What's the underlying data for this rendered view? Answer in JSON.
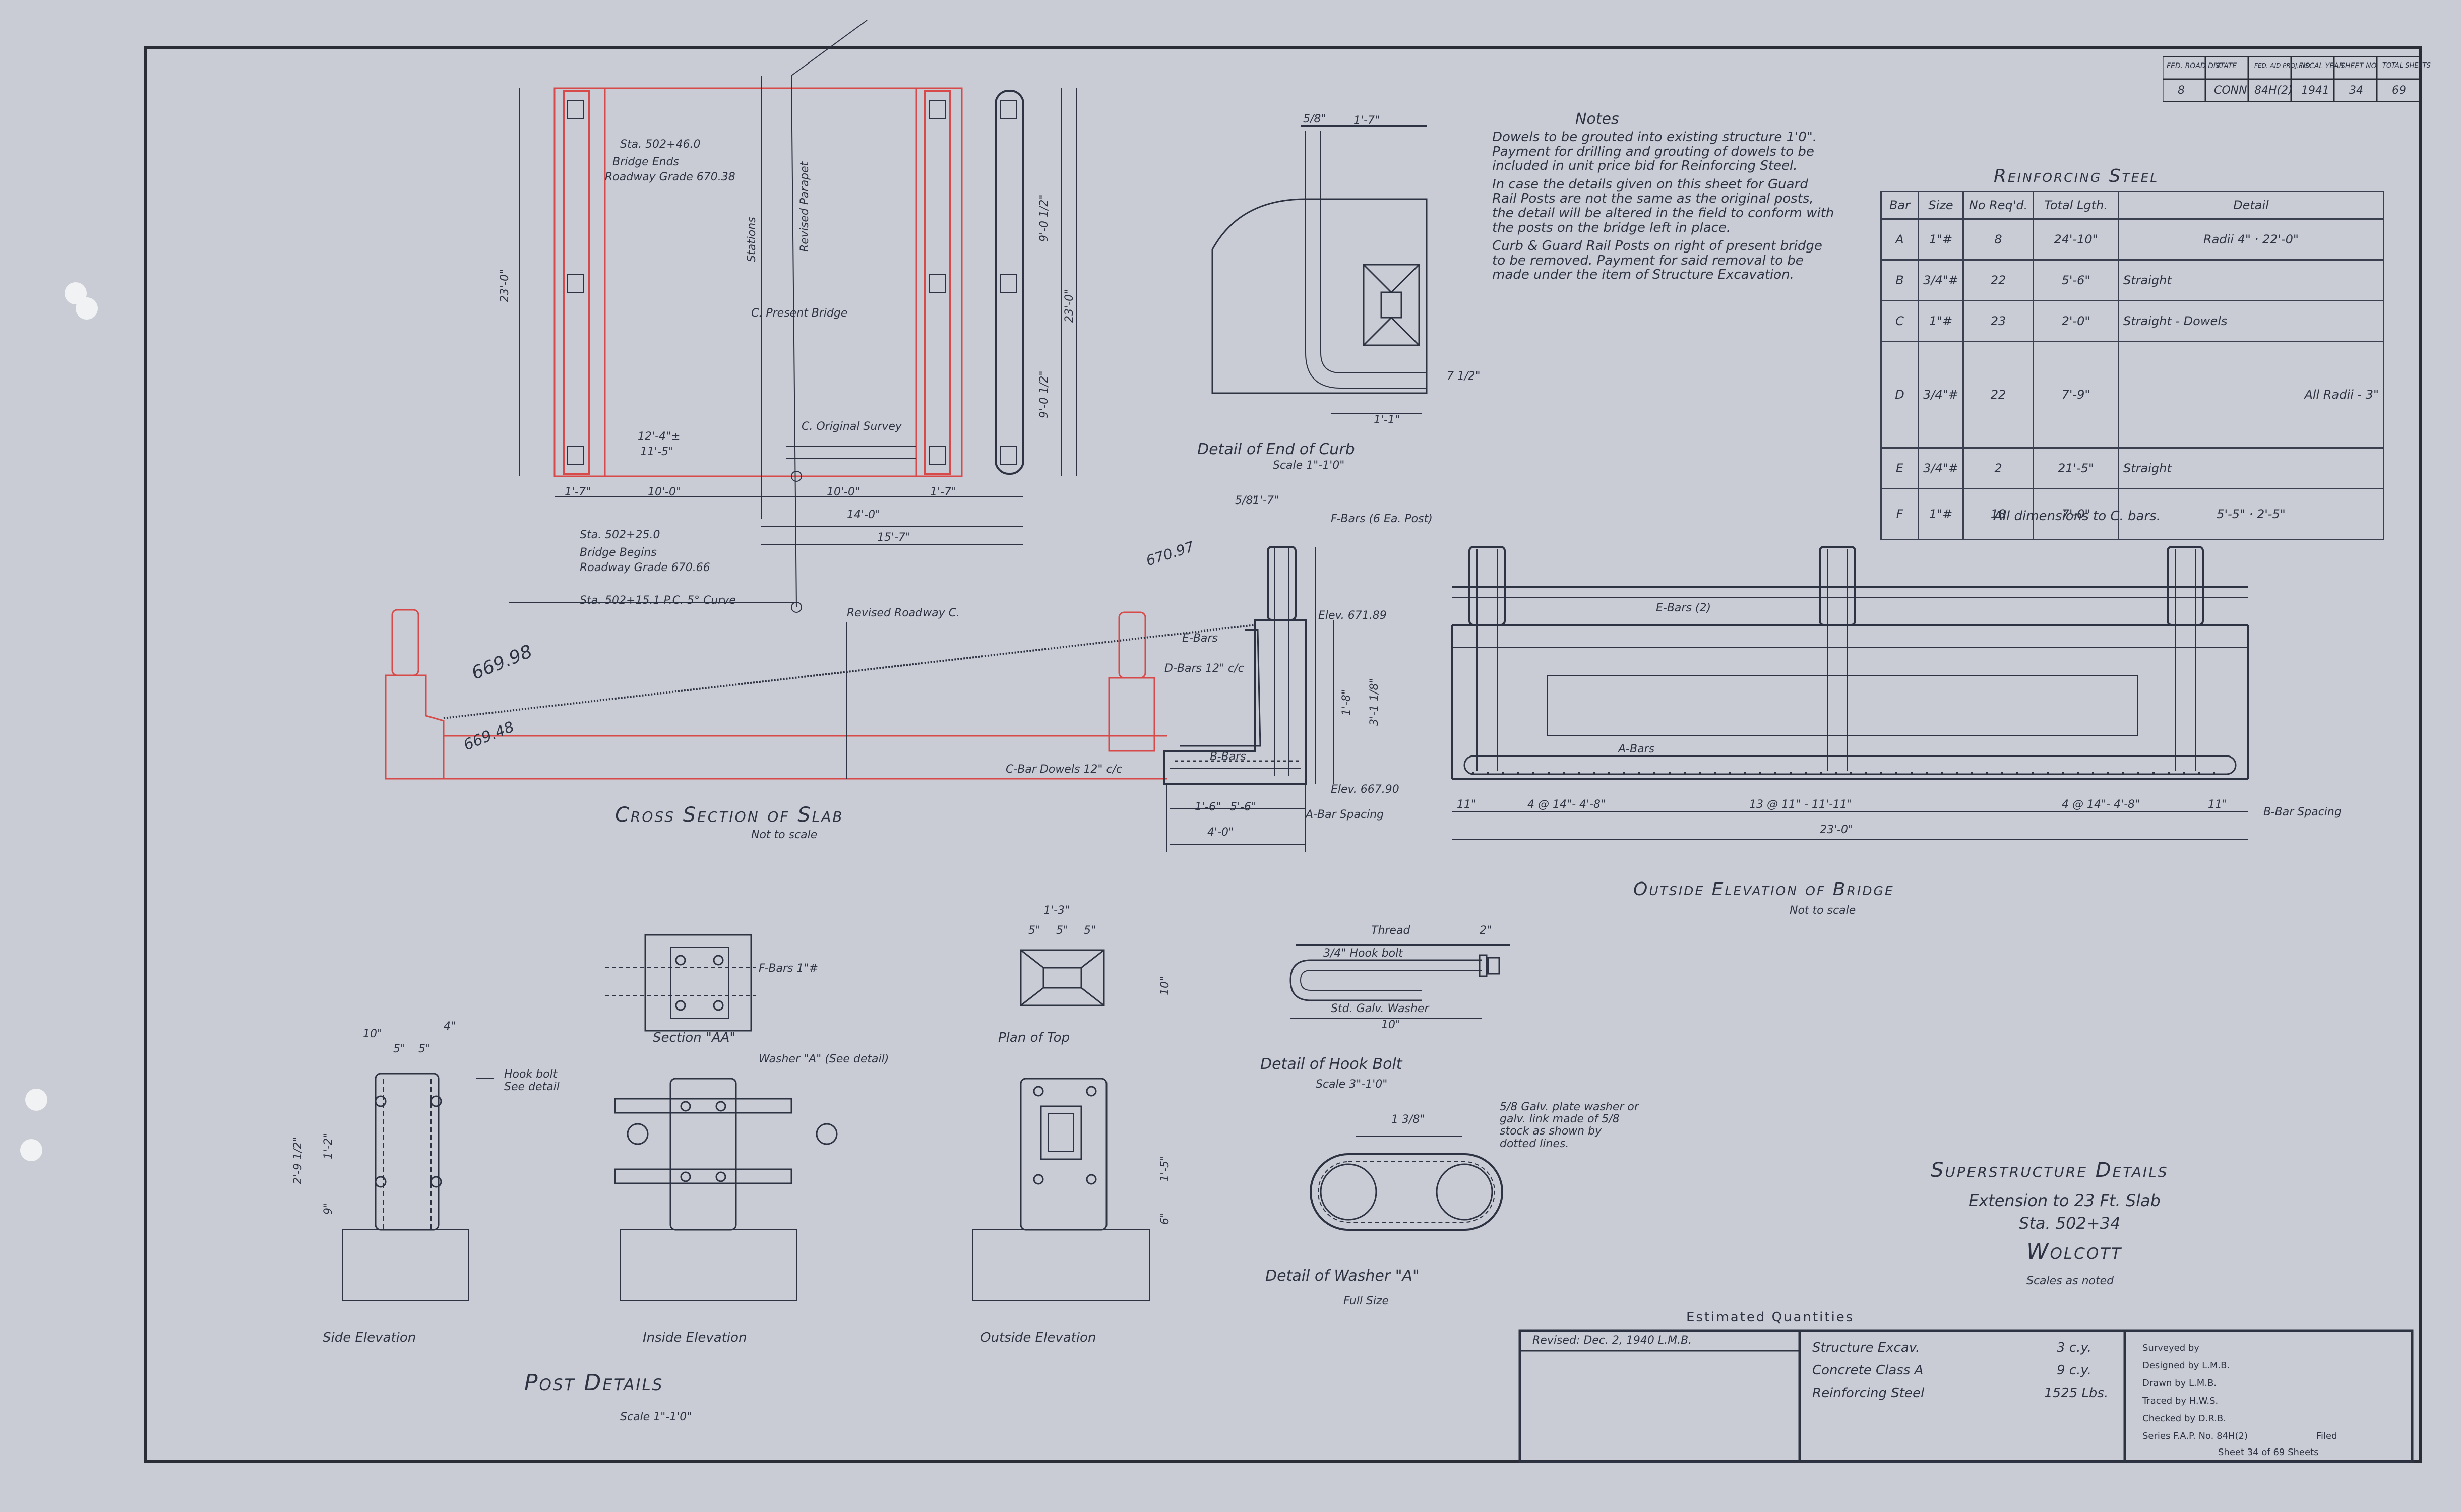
{
  "header_block": [
    "FED. ROAD DIV.",
    "STATE",
    "FED. AID PROJ. NO.",
    "FISCAL YEAR",
    "SHEET NO.",
    "TOTAL SHEETS",
    "8",
    "CONN.",
    "84H(2)",
    "1941",
    "34",
    "69"
  ],
  "notes": {
    "heading": "Notes",
    "items": [
      "Dowels to be grouted into existing structure 1'0\". Payment for drilling and grouting of dowels to be included in unit price bid for Reinforcing Steel.",
      "In case the details given on this sheet for Guard Rail Posts are not the same as the original posts, the detail will be altered in the field to conform with the posts on the bridge left in place.",
      "Curb & Guard Rail Posts on right of present bridge to be removed. Payment for said removal to be made under the item of Structure Excavation."
    ]
  },
  "reinforcing": {
    "title": "Reinforcing Steel",
    "headers": [
      "Bar",
      "Size",
      "No Req'd.",
      "Total Lgth.",
      "Detail"
    ],
    "rows": [
      [
        "A",
        "1\"#",
        "8",
        "24'-10\"",
        "Radii 4\" · 22'-0\""
      ],
      [
        "B",
        "3/4\"#",
        "22",
        "5'-6\"",
        "Straight"
      ],
      [
        "C",
        "1\"#",
        "23",
        "2'-0\"",
        "Straight - Dowels"
      ],
      [
        "D",
        "3/4\"#",
        "22",
        "7'-9\"",
        "All Radii - 3\""
      ],
      [
        "E",
        "3/4\"#",
        "2",
        "21'-5\"",
        "Straight"
      ],
      [
        "F",
        "1\"#",
        "18",
        "7'-0\"",
        "5'-5\" · 2'-5\""
      ]
    ],
    "footnote": "All dimensions to C. bars."
  },
  "plan": {
    "labels": [
      "Sta. 502+46.0",
      "Bridge Ends",
      "Roadway Grade 670.38",
      "Stations",
      "Revised Parapet",
      "C. Present Bridge",
      "C. Original Survey",
      "Sta. 502+25.0",
      "Bridge Begins",
      "Roadway Grade 670.66",
      "Sta. 502+15.1 P.C. 5° Curve"
    ],
    "dims": [
      "23'-0\"",
      "12'-4\"±",
      "11'-5\"",
      "10'-0\"",
      "10'-0\"",
      "14'-0\"",
      "15'-7\"",
      "1'-7\"",
      "1'-7\"",
      "9'-0 1/2\"",
      "9'-0 1/2\"",
      "23'-0\""
    ]
  },
  "end_curb": {
    "title": "Detail of End of Curb",
    "scale": "Scale 1\"-1'0\"",
    "dims": [
      "5/8\"",
      "1'-7\"",
      "1'-1\"",
      "7 1/2\""
    ]
  },
  "cross_section": {
    "title": "Cross Section of Slab",
    "scale": "Not to scale",
    "labels": [
      "669.98",
      "669.48",
      "670.97",
      "Revised Roadway C.",
      "F-Bars (6 Ea. Post)",
      "E-Bars",
      "D-Bars 12\" c/c",
      "B-Bars",
      "C-Bar Dowels 12\" c/c",
      "Elev. 671.89",
      "Elev. 667.90",
      "A-Bar Spacing"
    ],
    "dims": [
      "5/8\"",
      "1'-7\"",
      "1'-8\"",
      "3'-1 1/8\"",
      "1'-6\"",
      "5'-6\"",
      "4'-0\""
    ]
  },
  "outside_elevation": {
    "title": "Outside Elevation of Bridge",
    "scale": "Not to scale",
    "labels": [
      "E-Bars (2)",
      "A-Bars",
      "B-Bar Spacing"
    ],
    "dims": [
      "11\"",
      "4 @ 14\"- 4'-8\"",
      "13 @ 11\" - 11'-11\"",
      "4 @ 14\"- 4'-8\"",
      "11\"",
      "23'-0\""
    ]
  },
  "post_details": {
    "title": "Post Details",
    "scale": "Scale 1\"-1'0\"",
    "section_aa": "Section \"AA\"",
    "plan_of_top": "Plan of Top",
    "side_elevation": "Side Elevation",
    "inside_elevation": "Inside Elevation",
    "outside_elevation": "Outside Elevation",
    "labels": [
      "Hook bolt",
      "See detail",
      "Washer \"A\" (See detail)",
      "F-Bars 1\"#"
    ],
    "dims": [
      "10\"",
      "5\"",
      "5\"",
      "4\"",
      "1'-2\"",
      "2'-9 1/2\"",
      "9\"",
      "1'-3\"",
      "5\"",
      "5\"",
      "5\"",
      "10\"",
      "1'-5\"",
      "6\""
    ]
  },
  "hook_bolt": {
    "title": "Detail of Hook Bolt",
    "scale": "Scale 3\"-1'0\"",
    "labels": [
      "Thread",
      "3/4\" Hook bolt",
      "Std. Galv. Washer",
      "2\"",
      "10\""
    ]
  },
  "washer": {
    "title": "Detail of Washer \"A\"",
    "scale": "Full Size",
    "note": "5/8 Galv. plate washer or galv. link made of 5/8 stock as shown by dotted lines.",
    "dim": "1 3/8\""
  },
  "title_block": {
    "title": "Superstructure Details",
    "line2": "Extension to 23 Ft. Slab",
    "line3": "Sta. 502+34",
    "town": "Wolcott",
    "scales": "Scales as noted"
  },
  "quantities": {
    "heading": "Estimated Quantities",
    "revised": "Revised: Dec. 2, 1940 L.M.B.",
    "items": [
      {
        "name": "Structure Excav.",
        "value": "3 c.y."
      },
      {
        "name": "Concrete Class A",
        "value": "9 c.y."
      },
      {
        "name": "Reinforcing Steel",
        "value": "1525 Lbs."
      }
    ]
  },
  "signatures": {
    "surveyed": "Surveyed by",
    "designed": "Designed by  L.M.B.",
    "drawn": "Drawn by  L.M.B.",
    "traced": "Traced by  H.W.S.",
    "checked": "Checked by  D.R.B.",
    "series": "Series F.A.P. No. 84H(2)",
    "filed": "Filed",
    "sheet": "Sheet 34 of 69 Sheets"
  },
  "colors": {
    "ink": "#2d3342",
    "red": "#d84a4a",
    "paper": "#c9ccd4"
  }
}
